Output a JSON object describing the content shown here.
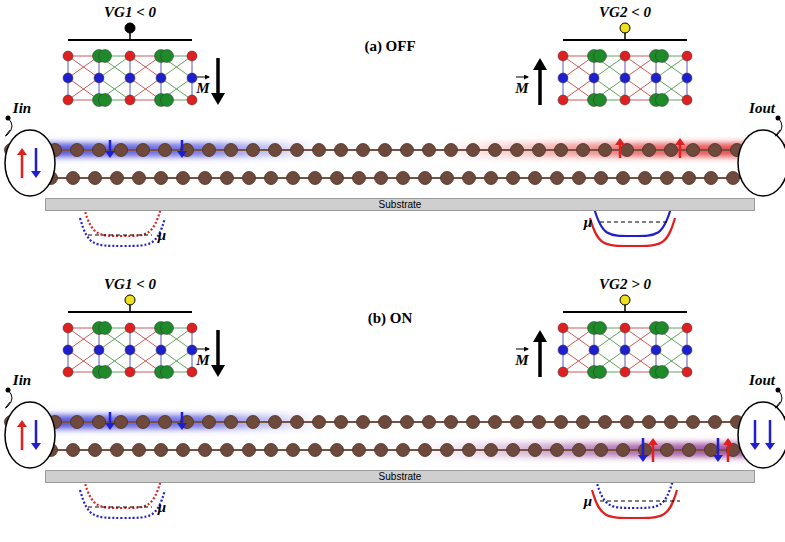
{
  "diagram": {
    "nodes": [
      {
        "text": [
          "Substrate"
        ]
      },
      {
        "text": [
          "Substrate"
        ]
      }
    ],
    "labels": [
      "(a) OFF",
      "VG1 < 0",
      "M",
      "VG2 < 0",
      "M",
      "Iin",
      "Iout",
      "μ",
      "μ",
      "(b) ON",
      "VG1 < 0",
      "M",
      "VG2 > 0",
      "M",
      "Iin",
      "Iout",
      "μ",
      "μ"
    ]
  }
}
